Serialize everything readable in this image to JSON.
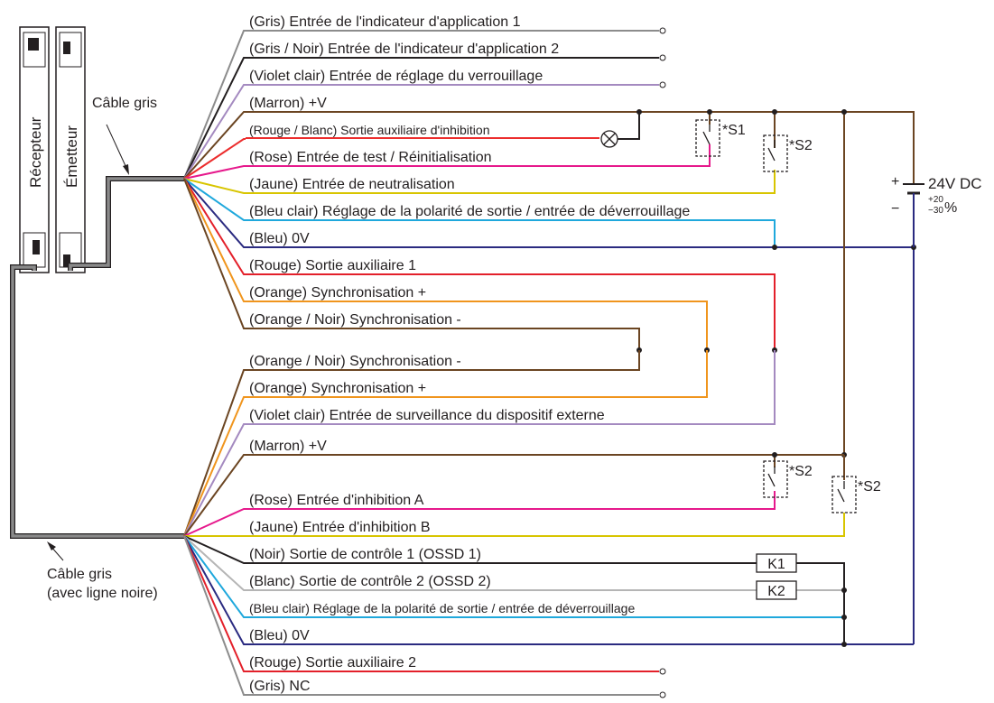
{
  "devices": {
    "receiver": "Récepteur",
    "emitter": "Émetteur"
  },
  "cables": {
    "top": "Câble gris",
    "bottom_line1": "Câble gris",
    "bottom_line2": "(avec ligne noire)"
  },
  "top_wires": [
    {
      "label": "(Gris) Entrée de l'indicateur d'application 1",
      "color": "#8c8c8c"
    },
    {
      "label": "(Gris / Noir) Entrée de l'indicateur d'application 2",
      "color": "#231f20"
    },
    {
      "label": "(Violet clair) Entrée de réglage du verrouillage",
      "color": "#a48ac0"
    },
    {
      "label": "(Marron) +V",
      "color": "#6b4522"
    },
    {
      "label": "(Rouge / Blanc) Sortie auxiliaire d'inhibition",
      "color": "#ec2d2d"
    },
    {
      "label": "(Rose) Entrée de test / Réinitialisation",
      "color": "#e6198c"
    },
    {
      "label": "(Jaune) Entrée de neutralisation",
      "color": "#d8c500"
    },
    {
      "label": "(Bleu clair) Réglage de la polarité de sortie / entrée de déverrouillage",
      "color": "#1fa8dc"
    },
    {
      "label": "(Bleu) 0V",
      "color": "#2a2a80"
    },
    {
      "label": "(Rouge) Sortie auxiliaire 1",
      "color": "#e3202a"
    },
    {
      "label": "(Orange) Synchronisation +",
      "color": "#f0951d"
    },
    {
      "label": "(Orange / Noir) Synchronisation -",
      "color": "#6b4522"
    }
  ],
  "bottom_wires": [
    {
      "label": "(Orange / Noir) Synchronisation -",
      "color": "#6b4522"
    },
    {
      "label": "(Orange) Synchronisation +",
      "color": "#f0951d"
    },
    {
      "label": "(Violet clair) Entrée de surveillance du dispositif externe",
      "color": "#a48ac0"
    },
    {
      "label": "(Marron) +V",
      "color": "#6b4522"
    },
    {
      "label": "(Rose) Entrée d'inhibition A",
      "color": "#e6198c"
    },
    {
      "label": "(Jaune) Entrée d'inhibition B",
      "color": "#d8c500"
    },
    {
      "label": "(Noir) Sortie de contrôle 1 (OSSD 1)",
      "color": "#231f20"
    },
    {
      "label": "(Blanc) Sortie de contrôle 2 (OSSD 2)",
      "color": "#b5b5b5"
    },
    {
      "label": "(Bleu clair) Réglage de la polarité de sortie / entrée de déverrouillage",
      "color": "#1fa8dc"
    },
    {
      "label": "(Bleu) 0V",
      "color": "#2a2a80"
    },
    {
      "label": "(Rouge) Sortie auxiliaire 2",
      "color": "#e3202a"
    },
    {
      "label": "(Gris) NC",
      "color": "#8c8c8c"
    }
  ],
  "switches": {
    "s1": "*S1",
    "s2_test": "*S2",
    "s2_muting_a": "*S2",
    "s2_muting_b": "*S2"
  },
  "relays": {
    "k1": "K1",
    "k2": "K2"
  },
  "power": {
    "voltage": "24V DC",
    "plus": "+",
    "minus": "−",
    "tol_upper": "+20",
    "tol_lower": "−30",
    "percent": "%"
  },
  "colors": {
    "cable": "#6d6d6d",
    "ink": "#231f20"
  }
}
